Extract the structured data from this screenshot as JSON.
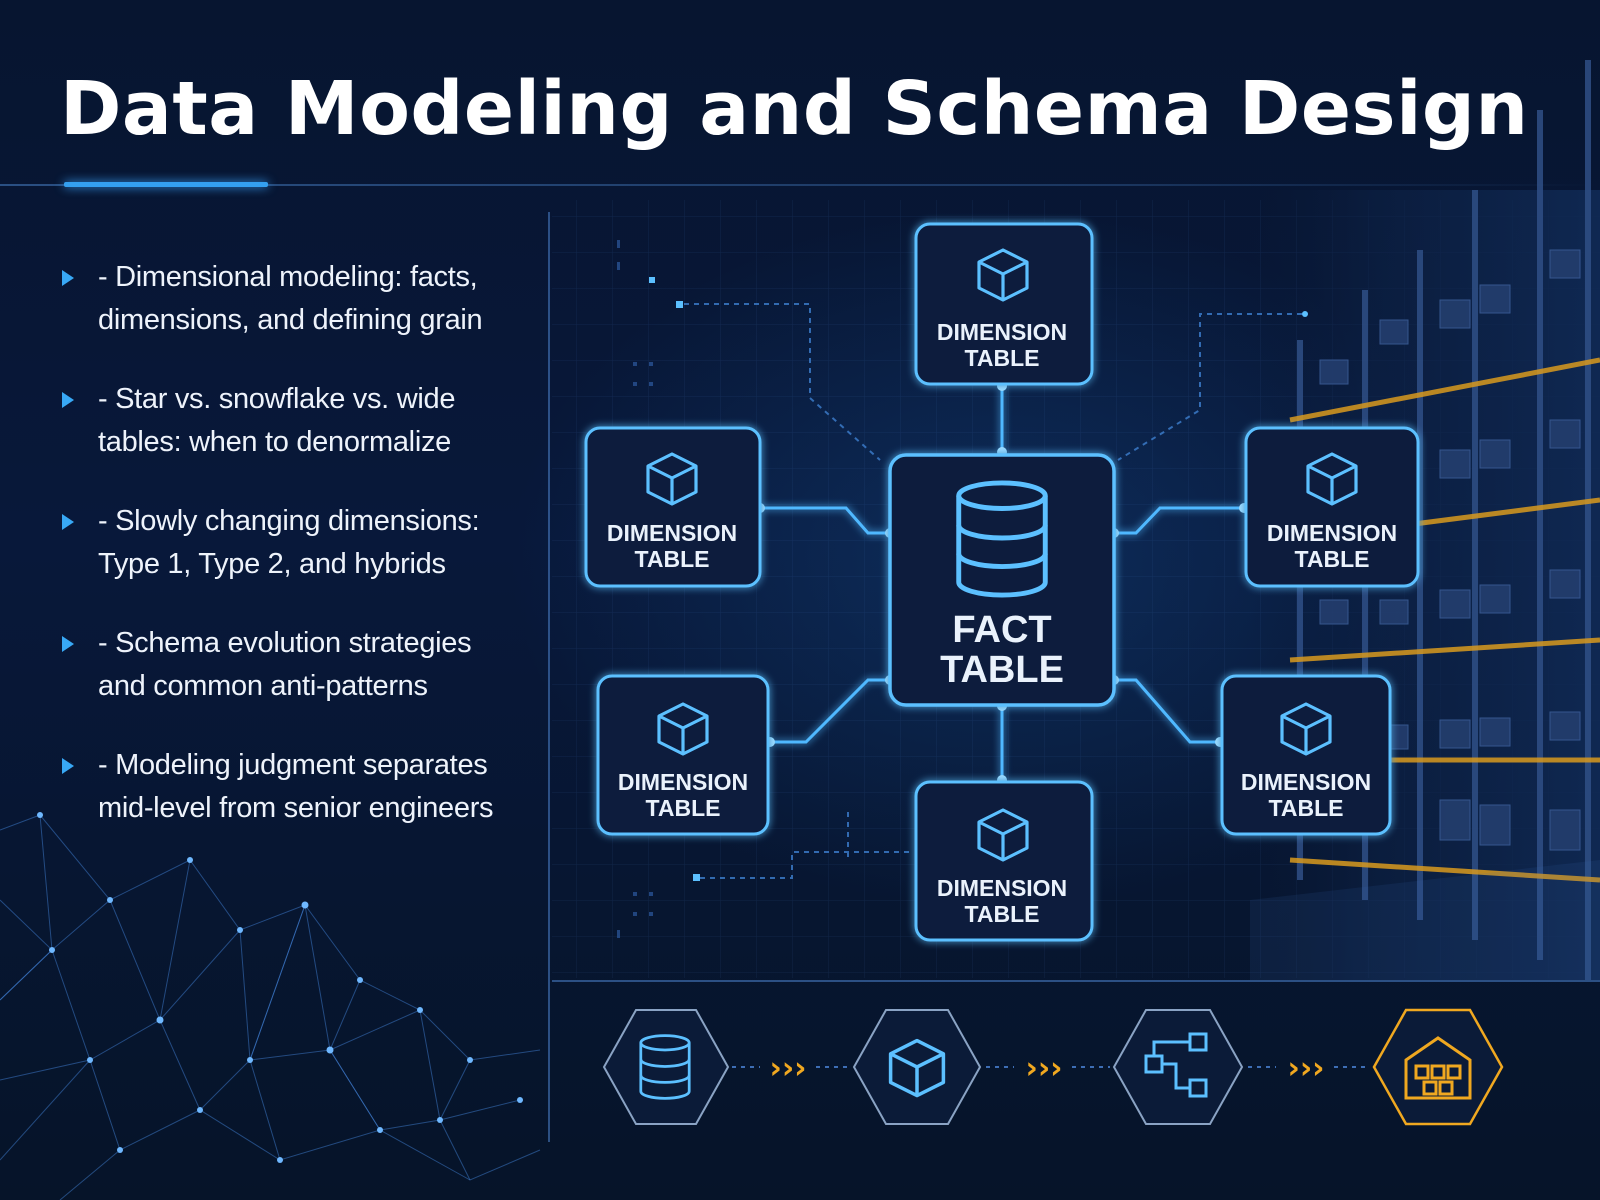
{
  "title": "Data Modeling and Schema Design",
  "bullets": [
    "- Dimensional modeling: facts,\ndimensions, and defining grain",
    "- Star vs. snowflake vs. wide\ntables: when to denormalize",
    "- Slowly changing dimensions:\nType 1, Type 2, and hybrids",
    "- Schema evolution strategies\nand common anti-patterns",
    "- Modeling judgment separates\nmid-level from senior engineers"
  ],
  "diagram": {
    "fact_table": {
      "line1": "FACT",
      "line2": "TABLE",
      "icon": "database-icon"
    },
    "dimension_tables": [
      {
        "id": "top",
        "line1": "DIMENSION",
        "line2": "TABLE",
        "icon": "cube-icon"
      },
      {
        "id": "left",
        "line1": "DIMENSION",
        "line2": "TABLE",
        "icon": "cube-icon"
      },
      {
        "id": "right",
        "line1": "DIMENSION",
        "line2": "TABLE",
        "icon": "cube-icon"
      },
      {
        "id": "bottom-left",
        "line1": "DIMENSION",
        "line2": "TABLE",
        "icon": "cube-icon"
      },
      {
        "id": "bottom-right",
        "line1": "DIMENSION",
        "line2": "TABLE",
        "icon": "cube-icon"
      },
      {
        "id": "bottom",
        "line1": "DIMENSION",
        "line2": "TABLE",
        "icon": "cube-icon"
      }
    ]
  },
  "pipeline": {
    "steps": [
      "database-icon",
      "cube-icon",
      "hierarchy-icon",
      "warehouse-icon"
    ],
    "arrow_glyph": "›››"
  },
  "colors": {
    "background": "#061429",
    "accent_blue": "#3aa6ff",
    "node_stroke": "#4fb8ff",
    "accent_gold": "#f0a820",
    "text": "#ffffff"
  }
}
